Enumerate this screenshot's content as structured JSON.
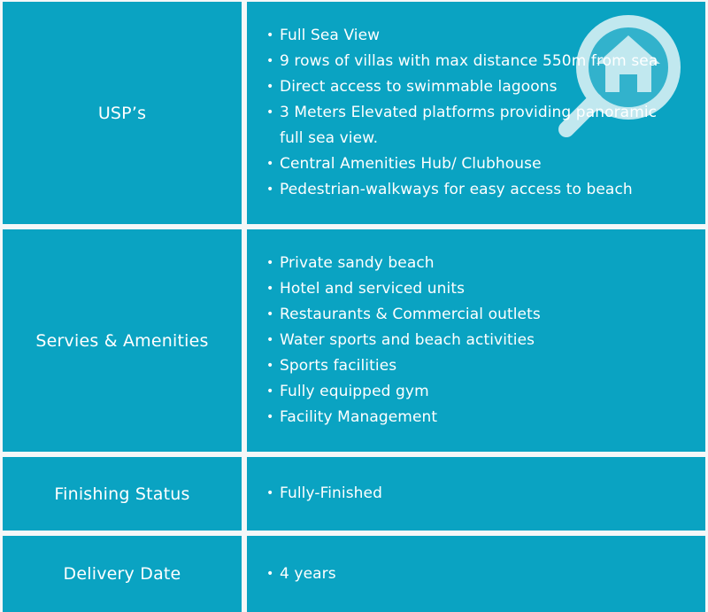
{
  "rows": {
    "usp": {
      "label": "USP’s",
      "items": [
        "Full Sea View",
        "9 rows of villas with max distance 550m from sea",
        "Direct access to swimmable lagoons",
        "3 Meters Elevated platforms providing panoramic full sea view.",
        "Central Amenities Hub/ Clubhouse",
        "Pedestrian-walkways for easy access to beach"
      ]
    },
    "services": {
      "label": "Servies & Amenities",
      "items": [
        "Private sandy beach",
        "Hotel and serviced units",
        "Restaurants & Commercial outlets",
        "Water sports and beach activities",
        "Sports facilities",
        "Fully equipped gym",
        "Facility Management"
      ]
    },
    "finishing": {
      "label": "Finishing Status",
      "items": [
        "Fully-Finished"
      ]
    },
    "delivery": {
      "label": "Delivery Date",
      "items": [
        "4 years"
      ]
    }
  },
  "watermark": {
    "icon": "magnifier-house-icon",
    "color": "#ffffff"
  },
  "colors": {
    "cell": "#0aa3c2",
    "grid": "#f5f7f8",
    "text": "#ffffff"
  }
}
